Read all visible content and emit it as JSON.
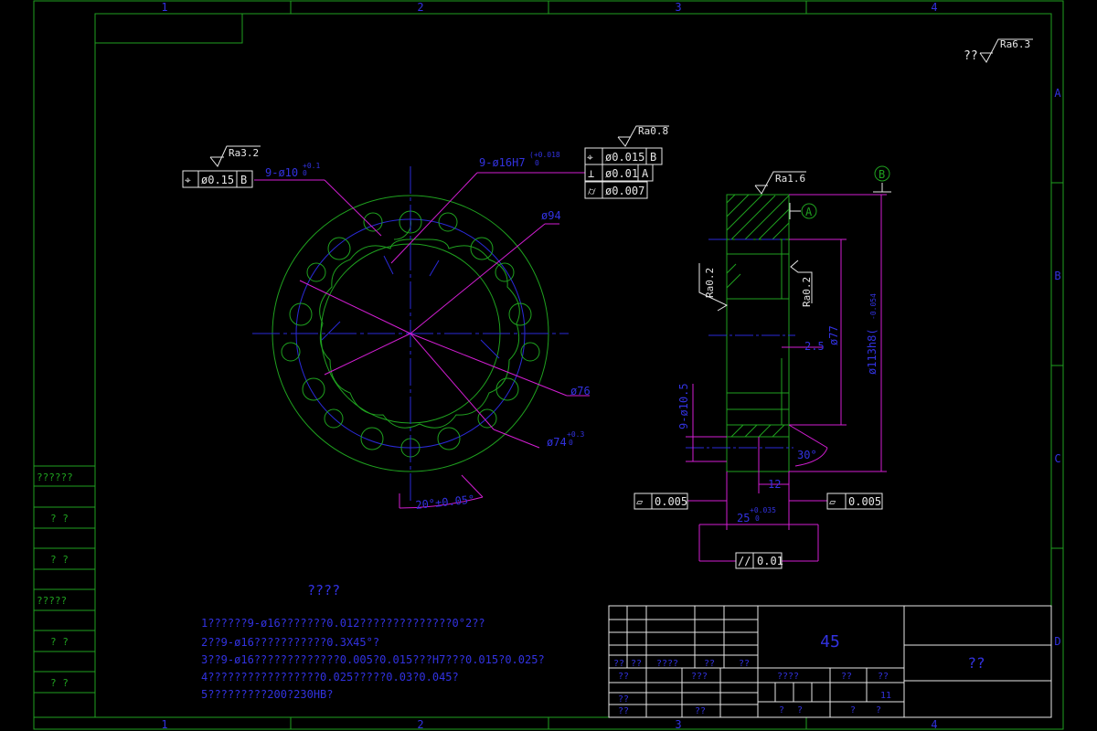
{
  "border": {
    "cols": [
      "1",
      "2",
      "3",
      "4"
    ],
    "rows": [
      "A",
      "B",
      "C",
      "D"
    ]
  },
  "roughness": {
    "general_prefix": "??",
    "general": "Ra6.3",
    "left_view": "Ra3.2",
    "hole": "Ra0.8",
    "top_face": "Ra1.6",
    "face_left": "Ra0.2",
    "face_right": "Ra0.2"
  },
  "dims": {
    "holes_9x10": "9-ø10",
    "holes_9x10_tol": "+0.1",
    "holes_9x10_tol2": "0",
    "holes_9x16": "9-ø16H7",
    "holes_9x16_tol": "(+0.018",
    "holes_9x16_tol2": "0",
    "d94": "ø94",
    "d76": "ø76",
    "d74": "ø74",
    "d74_tol": "+0.3",
    "d74_tol2": "0",
    "angle": "20°±0.05°",
    "d10_5": "9-ø10.5",
    "d77": "ø77",
    "d113": "ø113h8(",
    "d113_tol": "-0.054",
    "w2_5": "2.5",
    "w12": "12",
    "w25": "25",
    "w25_tol": "+0.035",
    "w25_tol2": "0",
    "angle30": "30°"
  },
  "tolerances": {
    "left_frame_sym": "⌖",
    "left_frame_val": "ø0.15",
    "left_frame_ref": "B",
    "pos_sym": "⌖",
    "pos_val": "ø0.015",
    "pos_ref": "B",
    "perp_sym": "⊥",
    "perp_val": "ø0.01",
    "perp_ref": "A",
    "cyl_sym": "⌭",
    "cyl_val": "ø0.007",
    "flat_left_sym": "▱",
    "flat_left_val": "0.005",
    "flat_right_sym": "▱",
    "flat_right_val": "0.005",
    "par_sym": "//",
    "par_val": "0.01"
  },
  "datums": {
    "a": "A",
    "b": "B"
  },
  "notes": {
    "title": "????",
    "lines": [
      "1??????9-ø16???????0.012??????????????0°2??",
      "2??9-ø16???????????0.3X45°?",
      "3??9-ø16?????????????0.005?0.015???H7???0.015?0.025?",
      "4?????????????????0.025?????0.03?0.045?",
      "5?????????200?230HB?"
    ]
  },
  "side_table": [
    "??????",
    "? ?",
    "? ?",
    "?????",
    "? ?",
    "? ?"
  ],
  "title_block": {
    "material": "45",
    "name": "??",
    "row1": [
      "??",
      "??",
      "????",
      "??",
      "??"
    ],
    "row2": [
      "??",
      "???"
    ],
    "row3": [
      "??"
    ],
    "row4": [
      "??",
      "??"
    ],
    "scale_labels": [
      "????",
      "??",
      "??"
    ],
    "scale_val": "11",
    "bottom_labels": [
      "?",
      "?",
      "?",
      "?"
    ]
  }
}
